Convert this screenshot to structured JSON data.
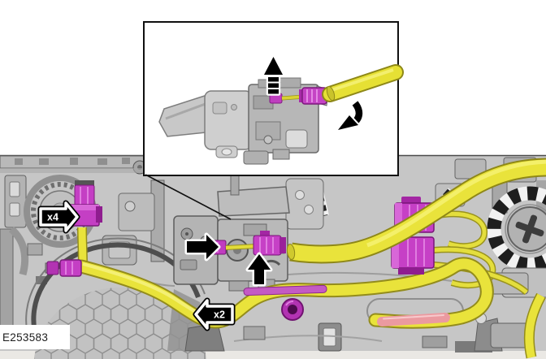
{
  "figure": {
    "id_label": "E253583",
    "callouts": {
      "x4": "x4",
      "x2": "x2"
    },
    "colors": {
      "harness_yellow": "#e9e33b",
      "connector_magenta": "#c640c6",
      "panel_gray": "#c6c6c6",
      "callout_black": "#000000",
      "label_pink": "#eb9aa0"
    }
  }
}
